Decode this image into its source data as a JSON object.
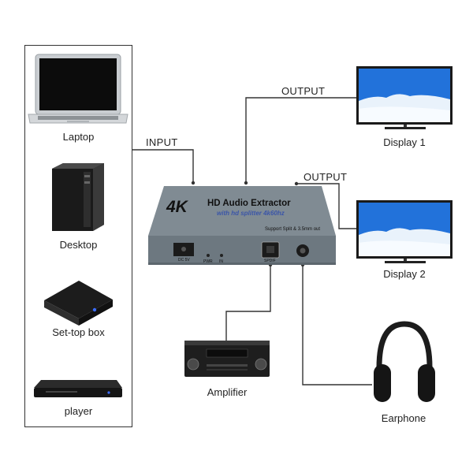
{
  "sources": {
    "items": [
      {
        "label": "Laptop"
      },
      {
        "label": "Desktop"
      },
      {
        "label": "Set-top box"
      },
      {
        "label": "player"
      }
    ]
  },
  "connections": {
    "input_label": "INPUT",
    "output1_label": "OUTPUT",
    "output2_label": "OUTPUT"
  },
  "device": {
    "brand_4k": "4K",
    "title": "HD Audio Extractor",
    "subtitle": "with hd splitter 4k60hz",
    "support_text": "Support Split & 3.5mm out",
    "dc_label": "DC 5V",
    "pwr_label": "PWR",
    "in_label": "IN",
    "optical_label": "SPDIF"
  },
  "outputs": {
    "display1": "Display 1",
    "display2": "Display 2",
    "amplifier": "Amplifier",
    "earphone": "Earphone"
  },
  "colors": {
    "device_body": "#6d7880",
    "device_top": "#808b93",
    "screen_sky": "#1f6fd6",
    "wire": "#333333"
  }
}
